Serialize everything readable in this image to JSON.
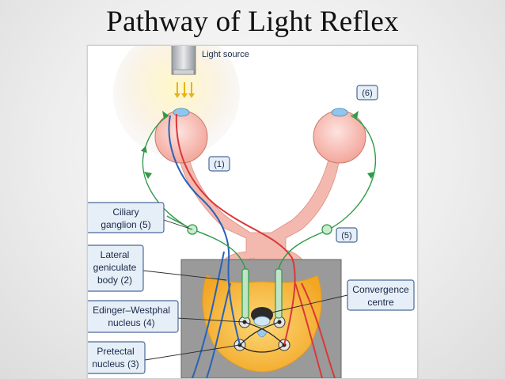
{
  "slide": {
    "title": "Pathway of Light Reflex"
  },
  "diagram": {
    "light_source": "Light source",
    "markers": {
      "m1": "(1)",
      "m5": "(5)",
      "m6": "(6)"
    },
    "labels": {
      "ciliary": [
        "Ciliary",
        "ganglion (5)"
      ],
      "lgb": [
        "Lateral",
        "geniculate",
        "body (2)"
      ],
      "ew": [
        "Edinger–Westphal",
        "nucleus (4)"
      ],
      "pretectal": [
        "Pretectal",
        "nucleus (3)"
      ],
      "convergence": [
        "Convergence",
        "centre"
      ]
    },
    "colors": {
      "optic_pathway": "#f3b9ae",
      "afferent_blue": "#2a62b8",
      "afferent_red": "#d9383a",
      "efferent_green": "#2f9a46",
      "brainstem": "#f7b733",
      "label_box": "#e6eef7"
    }
  }
}
